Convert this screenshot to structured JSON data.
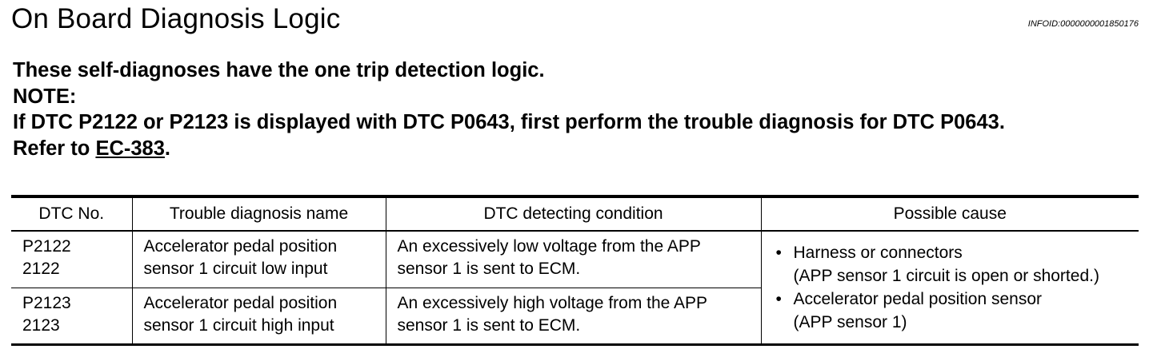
{
  "header": {
    "title": "On Board Diagnosis Logic",
    "info_id": "INFOID:0000000001850176"
  },
  "notes": {
    "line1": "These self-diagnoses have the one trip detection logic.",
    "line2": "NOTE:",
    "line3": "If DTC P2122 or P2123 is displayed with DTC P0643, first perform the trouble diagnosis for DTC P0643.",
    "refer_prefix": "Refer to ",
    "refer_link": "EC-383",
    "refer_suffix": "."
  },
  "table": {
    "headers": [
      "DTC No.",
      "Trouble diagnosis name",
      "DTC detecting condition",
      "Possible cause"
    ],
    "rows": [
      {
        "dtc_1": "P2122",
        "dtc_2": "2122",
        "name_1": "Accelerator pedal position",
        "name_2": "sensor 1 circuit low input",
        "cond_1": "An excessively low voltage from the APP",
        "cond_2": "sensor 1 is sent to ECM."
      },
      {
        "dtc_1": "P2123",
        "dtc_2": "2123",
        "name_1": "Accelerator pedal position",
        "name_2": "sensor 1 circuit high input",
        "cond_1": "An excessively high voltage from the APP",
        "cond_2": "sensor 1 is sent to ECM."
      }
    ],
    "causes": [
      {
        "bullet": "•",
        "line1": "Harness or connectors",
        "line2": "(APP sensor 1 circuit is open or shorted.)"
      },
      {
        "bullet": "•",
        "line1": "Accelerator pedal position sensor",
        "line2": "(APP sensor 1)"
      }
    ]
  }
}
